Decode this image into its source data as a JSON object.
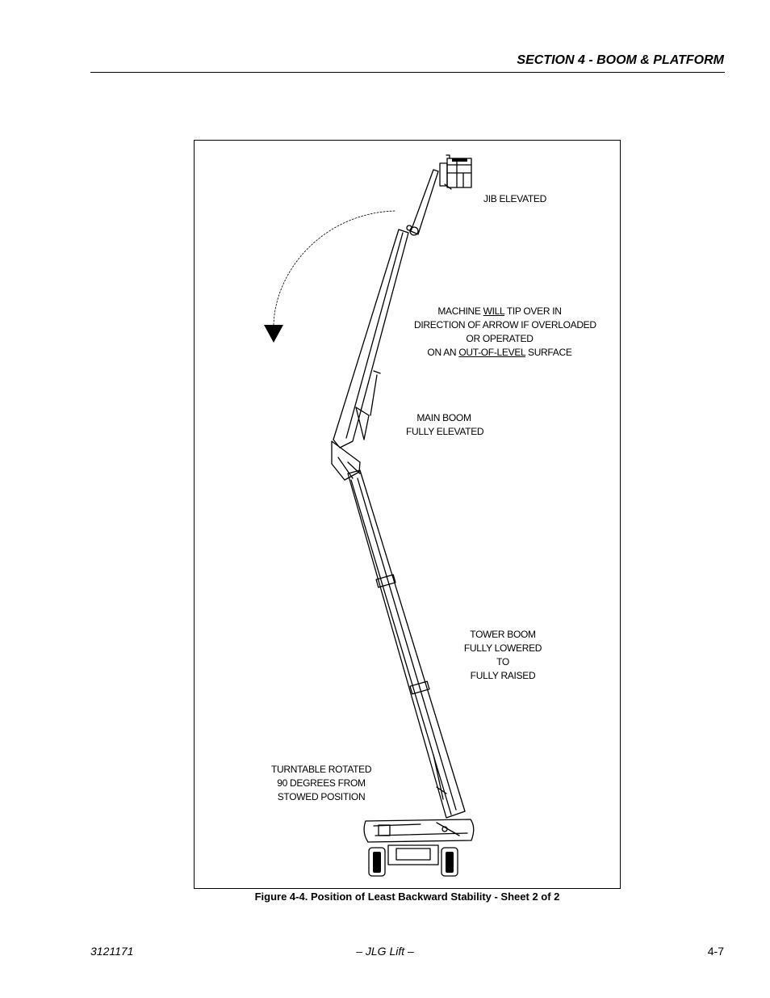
{
  "header": {
    "section_title": "SECTION 4 - BOOM & PLATFORM"
  },
  "figure": {
    "labels": {
      "jib": "JIB ELEVATED",
      "warning": {
        "line1_pre": "MACHINE ",
        "line1_u": "WILL",
        "line1_post": " TIP OVER IN",
        "line2": "DIRECTION OF ARROW IF OVERLOADED",
        "line3": "OR OPERATED",
        "line4_pre": "ON AN ",
        "line4_u": "OUT-OF-LEVEL",
        "line4_post": " SURFACE"
      },
      "main_boom": {
        "line1": "MAIN BOOM",
        "line2": "FULLY ELEVATED"
      },
      "tower_boom": {
        "line1": "TOWER BOOM",
        "line2": "FULLY LOWERED",
        "line3": "TO",
        "line4": "FULLY RAISED"
      },
      "turntable": {
        "line1": "TURNTABLE ROTATED",
        "line2": "90 DEGREES FROM",
        "line3": "STOWED POSITION"
      }
    },
    "caption": "Figure 4-4. Position of Least Backward Stability - Sheet 2 of 2"
  },
  "footer": {
    "doc_number": "3121171",
    "center": "– JLG Lift –",
    "page": "4-7"
  }
}
